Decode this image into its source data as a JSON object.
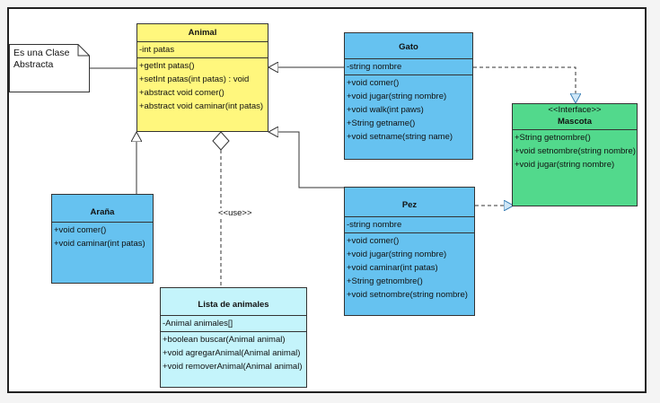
{
  "note": {
    "line1": "Es una Clase",
    "line2": "Abstracta"
  },
  "edges": {
    "use_label": "<<use>>"
  },
  "colors": {
    "abstract_fill": "#fff77d",
    "class_fill": "#66c2f0",
    "interface_fill": "#52d98c",
    "helper_fill": "#c4f4fb",
    "line": "#333333"
  },
  "classes": {
    "animal": {
      "name": "Animal",
      "attributes": [
        "-int patas"
      ],
      "operations": [
        "+getInt patas()",
        "+setInt patas(int patas) : void",
        "+abstract void comer()",
        "+abstract void caminar(int patas)"
      ]
    },
    "gato": {
      "name": "Gato",
      "attributes": [
        "-string nombre"
      ],
      "operations": [
        "+void comer()",
        "+void jugar(string nombre)",
        "+void walk(int paws)",
        "+String getname()",
        "+void setname(string name)"
      ]
    },
    "mascota": {
      "stereotype": "<<Interface>>",
      "name": "Mascota",
      "operations": [
        "+String getnombre()",
        "+void setnombre(string nombre)",
        "+void jugar(string nombre)"
      ]
    },
    "arana": {
      "name": "Araña",
      "operations": [
        "+void comer()",
        "+void caminar(int patas)"
      ]
    },
    "pez": {
      "name": "Pez",
      "attributes": [
        "-string nombre"
      ],
      "operations": [
        "+void comer()",
        "+void jugar(string nombre)",
        "+void caminar(int patas)",
        "+String getnombre()",
        "+void setnombre(string nombre)"
      ]
    },
    "lista": {
      "name": "Lista de animales",
      "attributes": [
        "-Animal animales[]"
      ],
      "operations": [
        "+boolean buscar(Animal animal)",
        "+void agregarAnimal(Animal animal)",
        "+void removerAnimal(Animal animal)"
      ]
    }
  }
}
